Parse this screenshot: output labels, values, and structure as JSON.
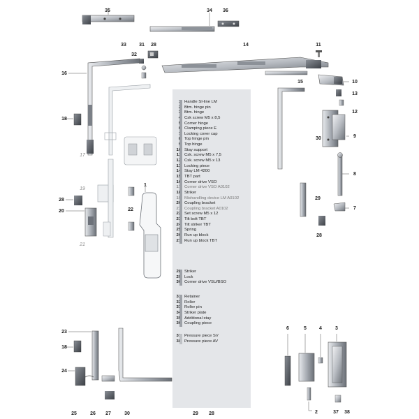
{
  "legend": {
    "groups": [
      {
        "items": [
          {
            "num": "1",
            "name": "Handle SI-line LM"
          },
          {
            "num": "2",
            "name": "Btm. hinge pin"
          },
          {
            "num": "3",
            "name": "Btm. hinge"
          },
          {
            "num": "4",
            "name": "Csk screw M5 x 8,5"
          },
          {
            "num": "5",
            "name": "Corner hinge"
          },
          {
            "num": "6",
            "name": "Clamping piece E"
          },
          {
            "num": "7",
            "name": "Locking cover cap"
          },
          {
            "num": "8",
            "name": "Top hinge pin"
          },
          {
            "num": "9",
            "name": "Top hinge"
          },
          {
            "num": "10",
            "name": "Stay support"
          },
          {
            "num": "11",
            "name": "Csk. screw M5 x 7,5"
          },
          {
            "num": "12",
            "name": "Csk. screw M5 x 13"
          },
          {
            "num": "13",
            "name": "Locking piece"
          },
          {
            "num": "14",
            "name": "Stay LM 4200"
          },
          {
            "num": "15",
            "name": "TBT part"
          },
          {
            "num": "16",
            "name": "Corner drive VSO"
          },
          {
            "num": "17",
            "name": "Corner drive VSO A0102",
            "grey": true
          },
          {
            "num": "18",
            "name": "Striker"
          },
          {
            "num": "19",
            "name": "Mishandling device LM A0102",
            "grey": true
          },
          {
            "num": "20",
            "name": "Coupling bracket"
          },
          {
            "num": "21",
            "name": "Coupling bracket A0102",
            "grey": true
          },
          {
            "num": "22",
            "name": "Set screw M5 x 12"
          },
          {
            "num": "23",
            "name": "Tilt bolt TBT"
          },
          {
            "num": "24",
            "name": "Tilt striker TBT"
          },
          {
            "num": "25",
            "name": "Spring"
          },
          {
            "num": "26",
            "name": "Run up block"
          },
          {
            "num": "27",
            "name": "Run up block TBT"
          }
        ]
      },
      {
        "items": [
          {
            "num": "28",
            "name": "Striker"
          },
          {
            "num": "29",
            "name": "Lock"
          },
          {
            "num": "30",
            "name": "Corner drive VSU/BSO"
          }
        ]
      },
      {
        "items": [
          {
            "num": "31",
            "name": "Retainer"
          },
          {
            "num": "32",
            "name": "Roller"
          },
          {
            "num": "33",
            "name": "Roller pin"
          },
          {
            "num": "34",
            "name": "Striker plate"
          },
          {
            "num": "35",
            "name": "Additional stay"
          },
          {
            "num": "36",
            "name": "Coupling piece"
          }
        ]
      },
      {
        "items": [
          {
            "num": "37",
            "name": "Pressure piece SV"
          },
          {
            "num": "38",
            "name": "Pressure piece AV"
          }
        ]
      }
    ]
  },
  "callouts": [
    {
      "text": "35"
    },
    {
      "text": "34"
    },
    {
      "text": "36"
    },
    {
      "text": "33"
    },
    {
      "text": "31"
    },
    {
      "text": "28"
    },
    {
      "text": "32"
    },
    {
      "text": "14"
    },
    {
      "text": "11"
    },
    {
      "text": "16"
    },
    {
      "text": "10"
    },
    {
      "text": "15"
    },
    {
      "text": "13"
    },
    {
      "text": "12"
    },
    {
      "text": "18"
    },
    {
      "text": "9"
    },
    {
      "text": "30"
    },
    {
      "text": "17",
      "grey": true
    },
    {
      "text": "8"
    },
    {
      "text": "1"
    },
    {
      "text": "19",
      "grey": true
    },
    {
      "text": "28"
    },
    {
      "text": "29"
    },
    {
      "text": "20"
    },
    {
      "text": "22"
    },
    {
      "text": "7"
    },
    {
      "text": "28"
    },
    {
      "text": "21",
      "grey": true
    },
    {
      "text": "23"
    },
    {
      "text": "6"
    },
    {
      "text": "5"
    },
    {
      "text": "4"
    },
    {
      "text": "3"
    },
    {
      "text": "18"
    },
    {
      "text": "24"
    },
    {
      "text": "25"
    },
    {
      "text": "26"
    },
    {
      "text": "27"
    },
    {
      "text": "30"
    },
    {
      "text": "29"
    },
    {
      "text": "28"
    },
    {
      "text": "2"
    },
    {
      "text": "37"
    },
    {
      "text": "38"
    }
  ]
}
